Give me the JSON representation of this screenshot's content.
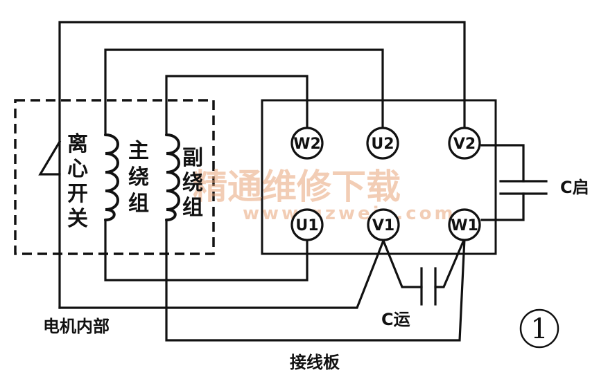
{
  "labels": {
    "switch": [
      "离",
      "心",
      "开",
      "关"
    ],
    "main_winding": [
      "主",
      "绕",
      "组"
    ],
    "aux_winding": [
      "副",
      "绕",
      "组"
    ],
    "motor_interior": "电机内部",
    "terminal_board": "接线板",
    "cap_start": "C启",
    "cap_run": "C运",
    "figure_number": "1"
  },
  "terminals": {
    "top": [
      "W2",
      "U2",
      "V2"
    ],
    "bottom": [
      "U1",
      "V1",
      "W1"
    ]
  },
  "watermark": {
    "text": "精通维修下载",
    "url": "www.gzweix.com"
  }
}
